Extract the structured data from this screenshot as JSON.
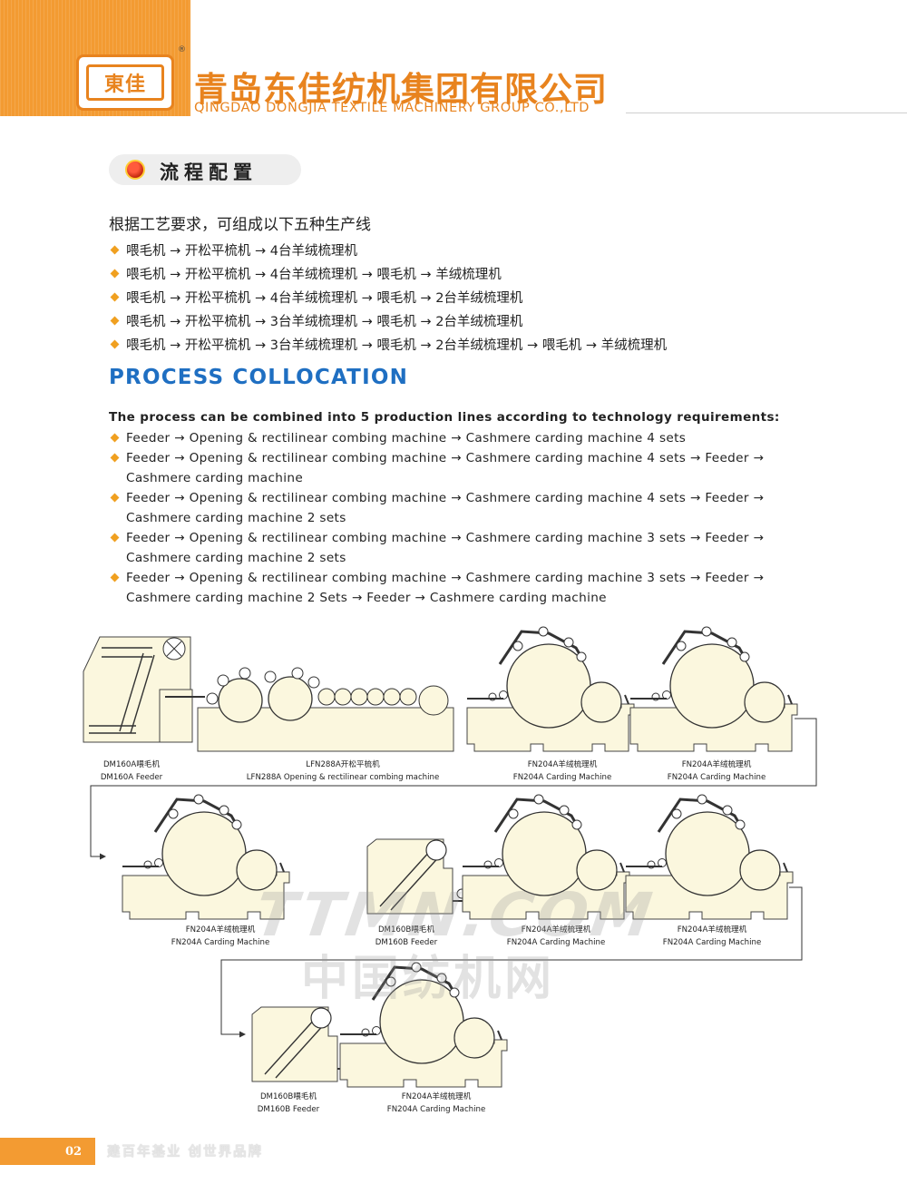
{
  "header": {
    "logo_text": "東佳",
    "registered_mark": "®",
    "company_cn": "青岛东佳纺机集团有限公司",
    "company_en": "QINGDAO DONGJIA TEXTILE MACHINERY GROUP CO.,LTD"
  },
  "section": {
    "title_cn": "流程配置",
    "intro_cn": "根据工艺要求，可组成以下五种生产线",
    "lines_cn": [
      "喂毛机 → 开松平梳机 → 4台羊绒梳理机",
      "喂毛机 → 开松平梳机 → 4台羊绒梳理机 → 喂毛机 → 羊绒梳理机",
      "喂毛机 → 开松平梳机 → 4台羊绒梳理机 → 喂毛机 → 2台羊绒梳理机",
      "喂毛机 → 开松平梳机 → 3台羊绒梳理机 → 喂毛机 → 2台羊绒梳理机",
      "喂毛机 → 开松平梳机 → 3台羊绒梳理机 → 喂毛机 → 2台羊绒梳理机 → 喂毛机 → 羊绒梳理机"
    ],
    "title_en": "PROCESS  COLLOCATION",
    "intro_en": "The process can be combined into 5 production lines according to technology requirements:",
    "lines_en": [
      [
        "Feeder → Opening & rectilinear combing machine → Cashmere carding machine 4 sets"
      ],
      [
        "Feeder → Opening & rectilinear combing machine → Cashmere carding machine 4 sets → Feeder →",
        "Cashmere carding machine"
      ],
      [
        "Feeder → Opening & rectilinear combing machine → Cashmere carding machine 4 sets → Feeder →",
        "Cashmere carding machine 2 sets"
      ],
      [
        "Feeder → Opening & rectilinear combing machine → Cashmere carding machine 3 sets → Feeder →",
        "Cashmere carding machine 2 sets"
      ],
      [
        "Feeder → Opening & rectilinear combing machine → Cashmere carding machine 3 sets → Feeder →",
        "Cashmere carding machine 2 Sets → Feeder → Cashmere carding machine"
      ]
    ]
  },
  "diagram": {
    "labels": [
      {
        "cn": "DM160A喂毛机",
        "en": "DM160A Feeder"
      },
      {
        "cn": "LFN288A开松平梳机",
        "en": "LFN288A Opening & rectilinear combing machine"
      },
      {
        "cn": "FN204A羊绒梳理机",
        "en": "FN204A Carding Machine"
      },
      {
        "cn": "FN204A羊绒梳理机",
        "en": "FN204A Carding Machine"
      },
      {
        "cn": "FN204A羊绒梳理机",
        "en": "FN204A Carding Machine"
      },
      {
        "cn": "DM160B喂毛机",
        "en": "DM160B Feeder"
      },
      {
        "cn": "FN204A羊绒梳理机",
        "en": "FN204A Carding Machine"
      },
      {
        "cn": "FN204A羊绒梳理机",
        "en": "FN204A Carding Machine"
      },
      {
        "cn": "DM160B喂毛机",
        "en": "DM160B Feeder"
      },
      {
        "cn": "FN204A羊绒梳理机",
        "en": "FN204A Carding Machine"
      }
    ]
  },
  "watermark": {
    "en": "TTMN.COM",
    "cn": "中国纺机网"
  },
  "footer": {
    "page_number": "02",
    "slogan": "建百年基业  创世界品牌"
  },
  "colors": {
    "brand_orange": "#f39b32",
    "heading_blue": "#1f6fc2",
    "bullet": "#f0a020",
    "machine_fill": "#fbf7de"
  }
}
